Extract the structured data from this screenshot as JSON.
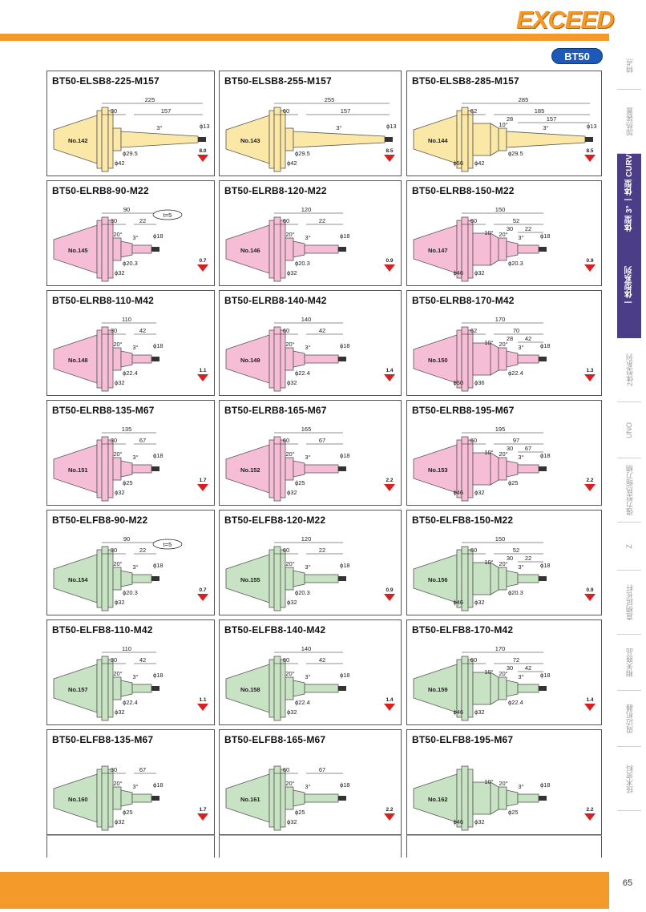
{
  "brand": "EXCEED",
  "badge": "BT50",
  "page_number": "65",
  "side_tabs": [
    {
      "label": "特点",
      "active": false
    },
    {
      "label": "加热装置",
      "active": false
    },
    {
      "label": "一体型 3°  一体型 CURVE",
      "active": true
    },
    {
      "label": "一体型系列",
      "active": true
    },
    {
      "label": "2体型系列",
      "active": false
    },
    {
      "label": "UNO",
      "active": false
    },
    {
      "label": "强力型热缩刀柄",
      "active": false
    },
    {
      "label": "Z",
      "active": false
    },
    {
      "label": "直柄延长杆",
      "active": false
    },
    {
      "label": "相关商品",
      "active": false
    },
    {
      "label": "周边机器",
      "active": false
    },
    {
      "label": "技术资料",
      "active": false
    }
  ],
  "colors": {
    "yellow": "#fbe7a6",
    "pink": "#f6bdd6",
    "green": "#c8e3c3",
    "orange": "#f39a2b",
    "arrow": "#d92020"
  },
  "products": [
    {
      "title": "BT50-ELSB8-225-M157",
      "no": "No.142",
      "color": "yellow",
      "L": "225",
      "a": "30",
      "b": "157",
      "c": "",
      "tip": "ϕ13",
      "d1": "ϕ29.5",
      "d2": "ϕ42",
      "d3": "",
      "angle": "3°",
      "angle2": "",
      "weight": "8.0"
    },
    {
      "title": "BT50-ELSB8-255-M157",
      "no": "No.143",
      "color": "yellow",
      "L": "255",
      "a": "60",
      "b": "157",
      "c": "",
      "tip": "ϕ13",
      "d1": "ϕ29.5",
      "d2": "ϕ42",
      "d3": "",
      "angle": "3°",
      "angle2": "",
      "weight": "8.5"
    },
    {
      "title": "BT50-ELSB8-285-M157",
      "no": "No.144",
      "color": "yellow",
      "L": "285",
      "a": "62",
      "b": "185",
      "c": "157",
      "tip": "ϕ13",
      "d1": "ϕ29.5",
      "d2": "ϕ42",
      "d3": "ϕ56",
      "angle": "3°",
      "angle2": "10°",
      "weight": "8.5",
      "e": "28"
    },
    {
      "title": "BT50-ELRB8-90-M22",
      "no": "No.145",
      "color": "pink",
      "L": "90",
      "a": "30",
      "b": "22",
      "c": "",
      "tip": "ϕ18",
      "d1": "ϕ20.3",
      "d2": "ϕ32",
      "d3": "",
      "angle": "3°",
      "angle2": "20°",
      "weight": "0.7",
      "t": "t=5"
    },
    {
      "title": "BT50-ELRB8-120-M22",
      "no": "No.146",
      "color": "pink",
      "L": "120",
      "a": "60",
      "b": "22",
      "c": "",
      "tip": "ϕ18",
      "d1": "ϕ20.3",
      "d2": "ϕ32",
      "d3": "",
      "angle": "3°",
      "angle2": "20°",
      "weight": "0.9"
    },
    {
      "title": "BT50-ELRB8-150-M22",
      "no": "No.147",
      "color": "pink",
      "L": "150",
      "a": "60",
      "b": "52",
      "c": "22",
      "tip": "ϕ18",
      "d1": "ϕ20.3",
      "d2": "ϕ32",
      "d3": "ϕ46",
      "angle": "3°",
      "angle2": "20°",
      "weight": "0.9",
      "e": "30",
      "angle3": "10°"
    },
    {
      "title": "BT50-ELRB8-110-M42",
      "no": "No.148",
      "color": "pink",
      "L": "110",
      "a": "30",
      "b": "42",
      "c": "",
      "tip": "ϕ18",
      "d1": "ϕ22.4",
      "d2": "ϕ32",
      "d3": "",
      "angle": "3°",
      "angle2": "20°",
      "weight": "1.1"
    },
    {
      "title": "BT50-ELRB8-140-M42",
      "no": "No.149",
      "color": "pink",
      "L": "140",
      "a": "60",
      "b": "42",
      "c": "",
      "tip": "ϕ18",
      "d1": "ϕ22.4",
      "d2": "ϕ32",
      "d3": "",
      "angle": "3°",
      "angle2": "20°",
      "weight": "1.4"
    },
    {
      "title": "BT50-ELRB8-170-M42",
      "no": "No.150",
      "color": "pink",
      "L": "170",
      "a": "62",
      "b": "70",
      "c": "42",
      "tip": "ϕ18",
      "d1": "ϕ22.4",
      "d2": "ϕ36",
      "d3": "ϕ50",
      "angle": "3°",
      "angle2": "20°",
      "weight": "1.3",
      "e": "28",
      "angle3": "10°"
    },
    {
      "title": "BT50-ELRB8-135-M67",
      "no": "No.151",
      "color": "pink",
      "L": "135",
      "a": "30",
      "b": "67",
      "c": "",
      "tip": "ϕ18",
      "d1": "ϕ25",
      "d2": "ϕ32",
      "d3": "",
      "angle": "3°",
      "angle2": "20°",
      "weight": "1.7"
    },
    {
      "title": "BT50-ELRB8-165-M67",
      "no": "No.152",
      "color": "pink",
      "L": "165",
      "a": "60",
      "b": "67",
      "c": "",
      "tip": "ϕ18",
      "d1": "ϕ25",
      "d2": "ϕ32",
      "d3": "",
      "angle": "3°",
      "angle2": "20°",
      "weight": "2.2"
    },
    {
      "title": "BT50-ELRB8-195-M67",
      "no": "No.153",
      "color": "pink",
      "L": "195",
      "a": "60",
      "b": "97",
      "c": "67",
      "tip": "ϕ18",
      "d1": "ϕ25",
      "d2": "ϕ32",
      "d3": "ϕ46",
      "angle": "3°",
      "angle2": "20°",
      "weight": "2.2",
      "e": "30",
      "angle3": "10°"
    },
    {
      "title": "BT50-ELFB8-90-M22",
      "no": "No.154",
      "color": "green",
      "L": "90",
      "a": "30",
      "b": "22",
      "c": "",
      "tip": "ϕ18",
      "d1": "ϕ20.3",
      "d2": "ϕ32",
      "d3": "",
      "angle": "3°",
      "angle2": "20°",
      "weight": "0.7",
      "t": "t=5"
    },
    {
      "title": "BT50-ELFB8-120-M22",
      "no": "No.155",
      "color": "green",
      "L": "120",
      "a": "60",
      "b": "22",
      "c": "",
      "tip": "ϕ18",
      "d1": "ϕ20.3",
      "d2": "ϕ32",
      "d3": "",
      "angle": "3°",
      "angle2": "20°",
      "weight": "0.9"
    },
    {
      "title": "BT50-ELFB8-150-M22",
      "no": "No.156",
      "color": "green",
      "L": "150",
      "a": "60",
      "b": "52",
      "c": "22",
      "tip": "ϕ18",
      "d1": "ϕ20.3",
      "d2": "ϕ32",
      "d3": "ϕ46",
      "angle": "3°",
      "angle2": "20°",
      "weight": "0.9",
      "e": "30",
      "angle3": "10°"
    },
    {
      "title": "BT50-ELFB8-110-M42",
      "no": "No.157",
      "color": "green",
      "L": "110",
      "a": "30",
      "b": "42",
      "c": "",
      "tip": "ϕ18",
      "d1": "ϕ22.4",
      "d2": "ϕ32",
      "d3": "",
      "angle": "3°",
      "angle2": "20°",
      "weight": "1.1"
    },
    {
      "title": "BT50-ELFB8-140-M42",
      "no": "No.158",
      "color": "green",
      "L": "140",
      "a": "60",
      "b": "42",
      "c": "",
      "tip": "ϕ18",
      "d1": "ϕ22.4",
      "d2": "ϕ32",
      "d3": "",
      "angle": "3°",
      "angle2": "20°",
      "weight": "1.4"
    },
    {
      "title": "BT50-ELFB8-170-M42",
      "no": "No.159",
      "color": "green",
      "L": "170",
      "a": "60",
      "b": "72",
      "c": "42",
      "tip": "ϕ18",
      "d1": "ϕ22.4",
      "d2": "ϕ32",
      "d3": "ϕ46",
      "angle": "3°",
      "angle2": "20°",
      "weight": "1.4",
      "e": "30",
      "angle3": "10°"
    },
    {
      "title": "BT50-ELFB8-135-M67",
      "no": "No.160",
      "color": "green",
      "L": "",
      "a": "30",
      "b": "67",
      "c": "",
      "tip": "ϕ18",
      "d1": "ϕ25",
      "d2": "ϕ32",
      "d3": "",
      "angle": "3°",
      "angle2": "20°",
      "weight": "1.7"
    },
    {
      "title": "BT50-ELFB8-165-M67",
      "no": "No.161",
      "color": "green",
      "L": "",
      "a": "60",
      "b": "67",
      "c": "",
      "tip": "ϕ18",
      "d1": "ϕ25",
      "d2": "ϕ32",
      "d3": "",
      "angle": "3°",
      "angle2": "20°",
      "weight": "2.2"
    },
    {
      "title": "BT50-ELFB8-195-M67",
      "no": "No.162",
      "color": "green",
      "L": "",
      "a": "",
      "b": "",
      "c": "",
      "tip": "ϕ18",
      "d1": "ϕ25",
      "d2": "ϕ32",
      "d3": "ϕ46",
      "angle": "3°",
      "angle2": "20°",
      "weight": "2.2",
      "angle3": "10°"
    }
  ]
}
